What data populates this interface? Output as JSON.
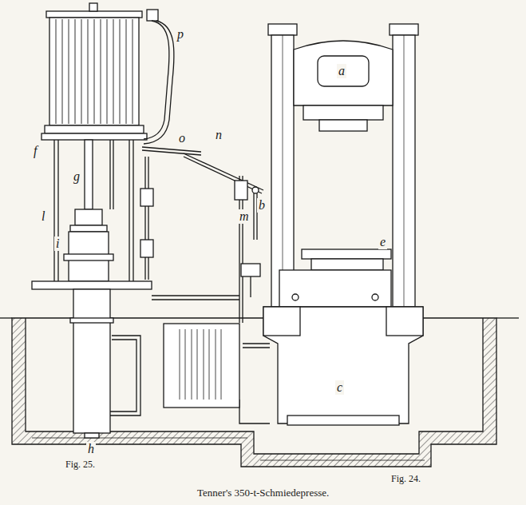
{
  "diagram": {
    "caption": "Tenner's 350-t-Schmiedepresse.",
    "labels": [
      "p",
      "f",
      "o",
      "n",
      "a",
      "m",
      "g",
      "b",
      "i",
      "l",
      "e",
      "c",
      "h",
      "Fig. 25.",
      "Fig. 24."
    ]
  }
}
